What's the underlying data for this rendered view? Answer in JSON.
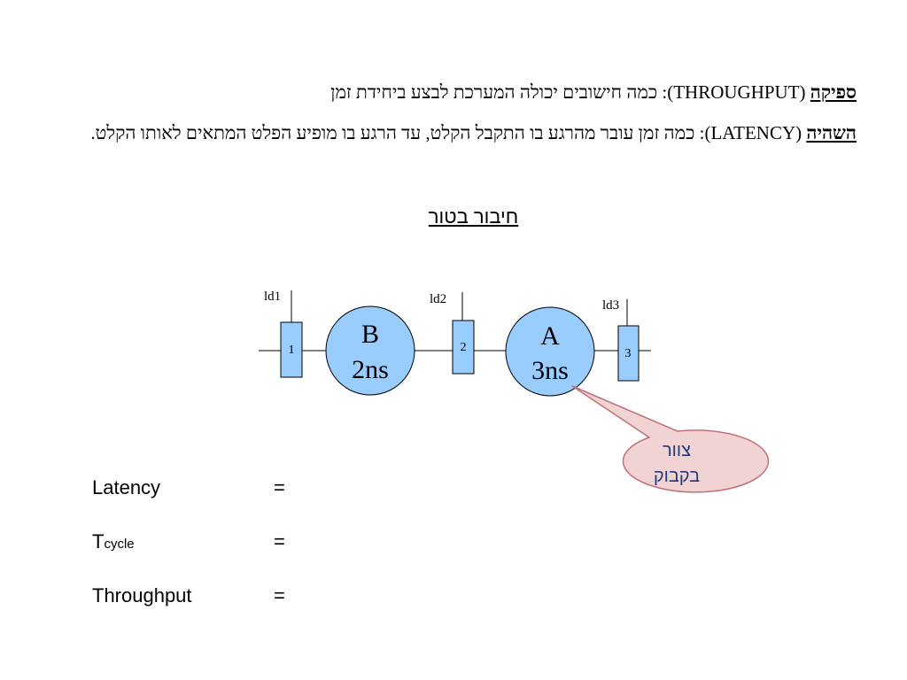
{
  "definitions": [
    {
      "term": "ספיקה",
      "abbr": " (THROUGHPUT)",
      "text": ": כמה חישובים יכולה המערכת לבצע ביחידת זמן"
    },
    {
      "term": "השהיה",
      "abbr": " (LATENCY)",
      "text": ": כמה זמן עובר מהרגע בו התקבל הקלט, עד הרגע בו מופיע הפלט המתאים לאותו הקלט."
    }
  ],
  "section_title": "חיבור בטור",
  "diagram": {
    "registers": [
      {
        "label": "1",
        "ld": "ld1"
      },
      {
        "label": "2",
        "ld": "ld2"
      },
      {
        "label": "3",
        "ld": "ld3"
      }
    ],
    "stages": [
      {
        "name": "B",
        "delay": "2ns"
      },
      {
        "name": "A",
        "delay": "3ns"
      }
    ],
    "callout": {
      "line1": "צוור",
      "line2": "בקבוק"
    },
    "colors": {
      "fill": "#99ccff",
      "stroke": "#000000",
      "callout_fill": "#f2d3d3",
      "callout_stroke": "#c0707a",
      "callout_text": "#1f3a78"
    }
  },
  "equations": [
    {
      "label": "Latency",
      "sign": "="
    },
    {
      "label": "T",
      "sub": "cycle",
      "sign": "="
    },
    {
      "label": "Throughput",
      "sign": "="
    }
  ]
}
